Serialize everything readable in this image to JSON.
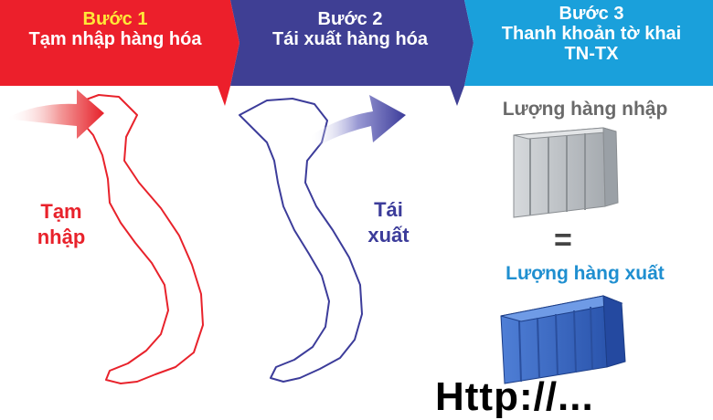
{
  "steps": [
    {
      "number": "Bước 1",
      "title": "Tạm nhập hàng hóa",
      "color": "#ec1f2b"
    },
    {
      "number": "Bước 2",
      "title": "Tái xuất hàng hóa",
      "color": "#3f3f94"
    },
    {
      "number": "Bước 3",
      "title_line1": "Thanh khoản tờ khai",
      "title_line2": "TN-TX",
      "color": "#1aa0db"
    }
  ],
  "map_left": {
    "label_line1": "Tạm",
    "label_line2": "nhập",
    "color": "#e8222b"
  },
  "map_middle": {
    "label_line1": "Tái",
    "label_line2": "xuất",
    "color": "#3c3c9a"
  },
  "right_panel": {
    "import_qty_label": "Lượng hàng nhập",
    "equals": "=",
    "export_qty_label": "Lượng hàng xuất",
    "import_label_color": "#6a6a6a",
    "export_label_color": "#1f8fd0"
  },
  "watermark": {
    "text": "Http://..."
  }
}
